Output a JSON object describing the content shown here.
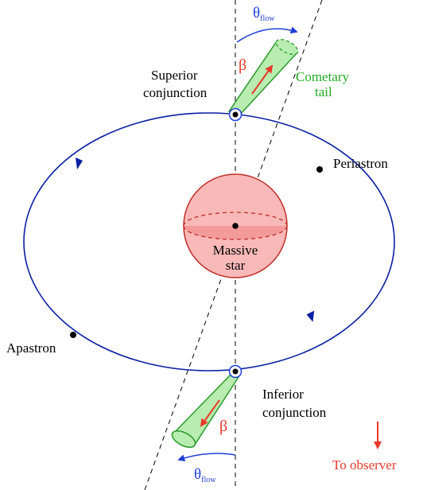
{
  "labels": {
    "superior_line1": "Superior",
    "superior_line2": "conjunction",
    "periastron": "Periastron",
    "apastron": "Apastron",
    "inferior_line1": "Inferior",
    "inferior_line2": "conjunction",
    "massive_line1": "Massive",
    "massive_line2": "star",
    "cometary_line1": "Cometary",
    "cometary_line2": "tail",
    "to_observer": "To observer",
    "beta": "β",
    "theta": "θ",
    "theta_sub": "flow"
  },
  "colors": {
    "orbit": "#0a1fa3",
    "tail_fill": "#b8ecb0",
    "tail_stroke": "#2a9a2a",
    "star_fill": "#f9b9b9",
    "star_stroke": "#c0302a",
    "arrow_red": "#e8392a",
    "theta_blue": "#1f3fd8",
    "text_green": "#22aa22"
  }
}
